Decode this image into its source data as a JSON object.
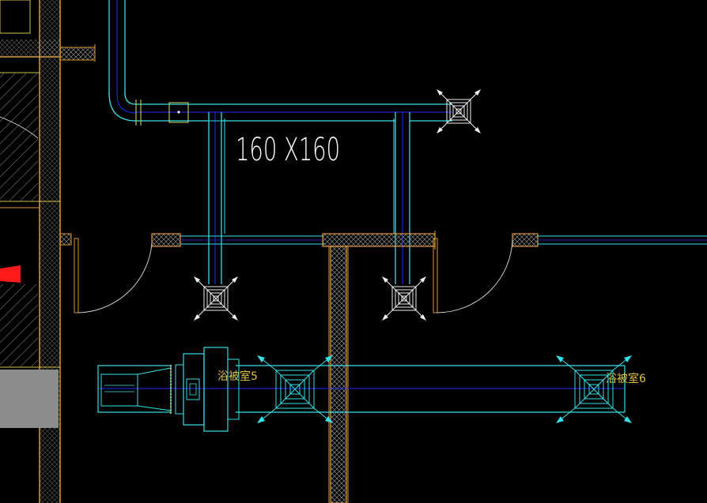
{
  "drawing": {
    "dimension_label": "160 X160",
    "room_labels": [
      "浴被室5",
      "浴被室6"
    ],
    "colors": {
      "background": "#000000",
      "duct_cyan": "#35e0e8",
      "duct_center_blue": "#1e2bff",
      "wall_orange": "#e09a30",
      "wall_yellow": "#d4c040",
      "hatch_gray": "#7a7a7a",
      "fill_gray": "#8c8c8c",
      "marker_red": "#ff1a1a",
      "text_white": "#ffffff",
      "text_yellow": "#e0c040",
      "grille_white": "#f0f0f0"
    },
    "elements": {
      "vertical_ducts": 3,
      "ceiling_diffusers": 5,
      "exhaust_fan": 1,
      "doors": 2
    }
  }
}
